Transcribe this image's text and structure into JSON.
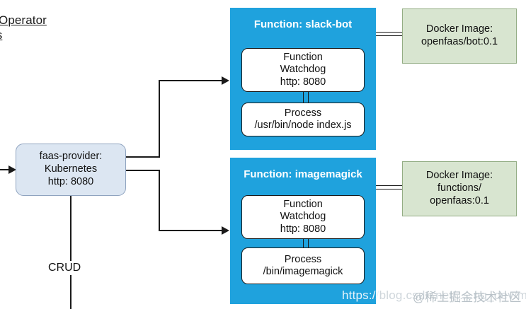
{
  "diagram": {
    "cut_labels": [
      {
        "text": "Operator"
      },
      {
        "text": "lls"
      }
    ],
    "provider_node": {
      "lines": [
        "faas-provider:",
        "Kubernetes",
        "http: 8080"
      ]
    },
    "crud_label": "CRUD",
    "functions": [
      {
        "title": "Function: slack-bot",
        "watchdog": [
          "Function",
          "Watchdog",
          "http: 8080"
        ],
        "process": [
          "Process",
          "/usr/bin/node index.js"
        ],
        "docker": [
          "Docker Image:",
          "openfaas/bot:0.1"
        ]
      },
      {
        "title": "Function: imagemagick",
        "watchdog": [
          "Function",
          "Watchdog",
          "http: 8080"
        ],
        "process": [
          "Process",
          "/bin/imagemagick"
        ],
        "docker": [
          "Docker Image:",
          "functions/",
          "openfaas:0.1"
        ]
      }
    ],
    "watermarks": {
      "url_prefix": "https://",
      "url_rest": "blog.csdn.net/.....ng_dev/my",
      "brand": "@稀土掘金技术社区"
    },
    "colors": {
      "function_blue": "#1fa2dd",
      "provider_blue": "#dce6f2",
      "provider_border": "#8fa3bf",
      "docker_green": "#d8e5d0",
      "docker_border": "#93ad84",
      "stroke": "#1a1a1a"
    }
  }
}
